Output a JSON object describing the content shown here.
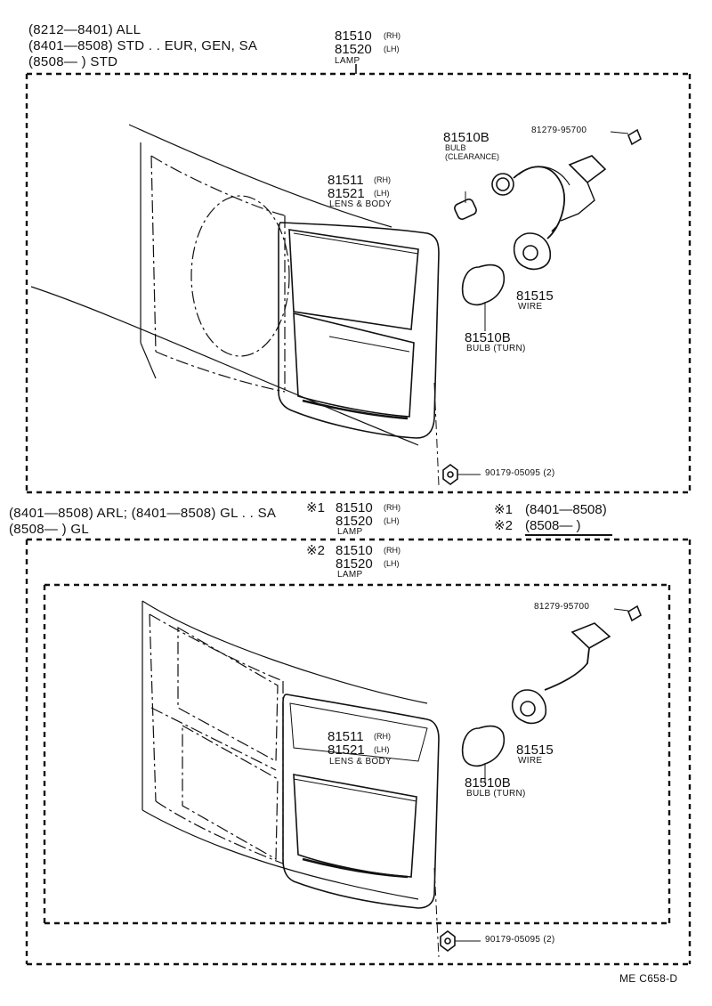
{
  "section1": {
    "applicability": [
      "(8212—8401) ALL",
      "(8401—8508) STD . . EUR, GEN, SA",
      "(8508—        ) STD"
    ],
    "lamp": {
      "rh": "81510",
      "rh_tag": "(RH)",
      "lh": "81520",
      "lh_tag": "(LH)",
      "name": "LAMP"
    },
    "lens": {
      "rh": "81511",
      "rh_tag": "(RH)",
      "lh": "81521",
      "lh_tag": "(LH)",
      "name": "LENS & BODY"
    },
    "bulb_clearance": {
      "num": "81510B",
      "name1": "BULB",
      "name2": "(CLEARANCE)"
    },
    "screw": "81279-95700",
    "wire": {
      "num": "81515",
      "name": "WIRE"
    },
    "bulb_turn": {
      "num": "81510B",
      "name": "BULB (TURN)"
    },
    "nut": "90179-05095 (2)"
  },
  "section2": {
    "applicability": [
      "(8401—8508) ARL; (8401—8508) GL . . SA",
      "(8508—           ) GL"
    ],
    "marks": {
      "m1": "※1",
      "m2": "※2",
      "m1_range": "(8401—8508)",
      "m2_range": "(8508—          )"
    },
    "lamp1": {
      "rh": "81510",
      "rh_tag": "(RH)",
      "lh": "81520",
      "lh_tag": "(LH)",
      "name": "LAMP"
    },
    "lamp2": {
      "rh": "81510",
      "rh_tag": "(RH)",
      "lh": "81520",
      "lh_tag": "(LH)",
      "name": "LAMP"
    },
    "lens": {
      "rh": "81511",
      "rh_tag": "(RH)",
      "lh": "81521",
      "lh_tag": "(LH)",
      "name": "LENS & BODY"
    },
    "screw": "81279-95700",
    "wire": {
      "num": "81515",
      "name": "WIRE"
    },
    "bulb_turn": {
      "num": "81510B",
      "name": "BULB (TURN)"
    },
    "nut": "90179-05095 (2)"
  },
  "footer_code": "ME  C658-D"
}
